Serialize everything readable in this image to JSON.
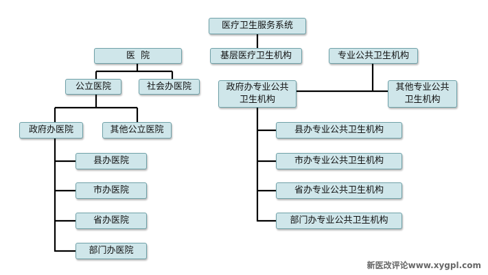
{
  "diagram": {
    "nodes": {
      "root": "医疗卫生服务系统",
      "hospital": "医  院",
      "grassroots": "基层医疗卫生机构",
      "professional_public_health": "专业公共卫生机构",
      "public_hospital": "公立医院",
      "social_hospital": "社会办医院",
      "gov_professional": "政府办专业公共\n卫生机构",
      "other_professional": "其他专业公共\n卫生机构",
      "gov_hospital": "政府办医院",
      "other_public_hospital": "其他公立医院",
      "county_hospital": "县办医院",
      "city_hospital": "市办医院",
      "province_hospital": "省办医院",
      "department_hospital": "部门办医院",
      "county_professional": "县办专业公共卫生机构",
      "city_professional": "市办专业公共卫生机构",
      "province_professional": "省办专业公共卫生机构",
      "department_professional": "部门办专业公共卫生机构"
    }
  },
  "watermark": "新医改评论www.xygpl.com",
  "colors": {
    "box_fill": "#cfe6ea",
    "box_border": "#6d9fa6",
    "connector": "#000000"
  }
}
